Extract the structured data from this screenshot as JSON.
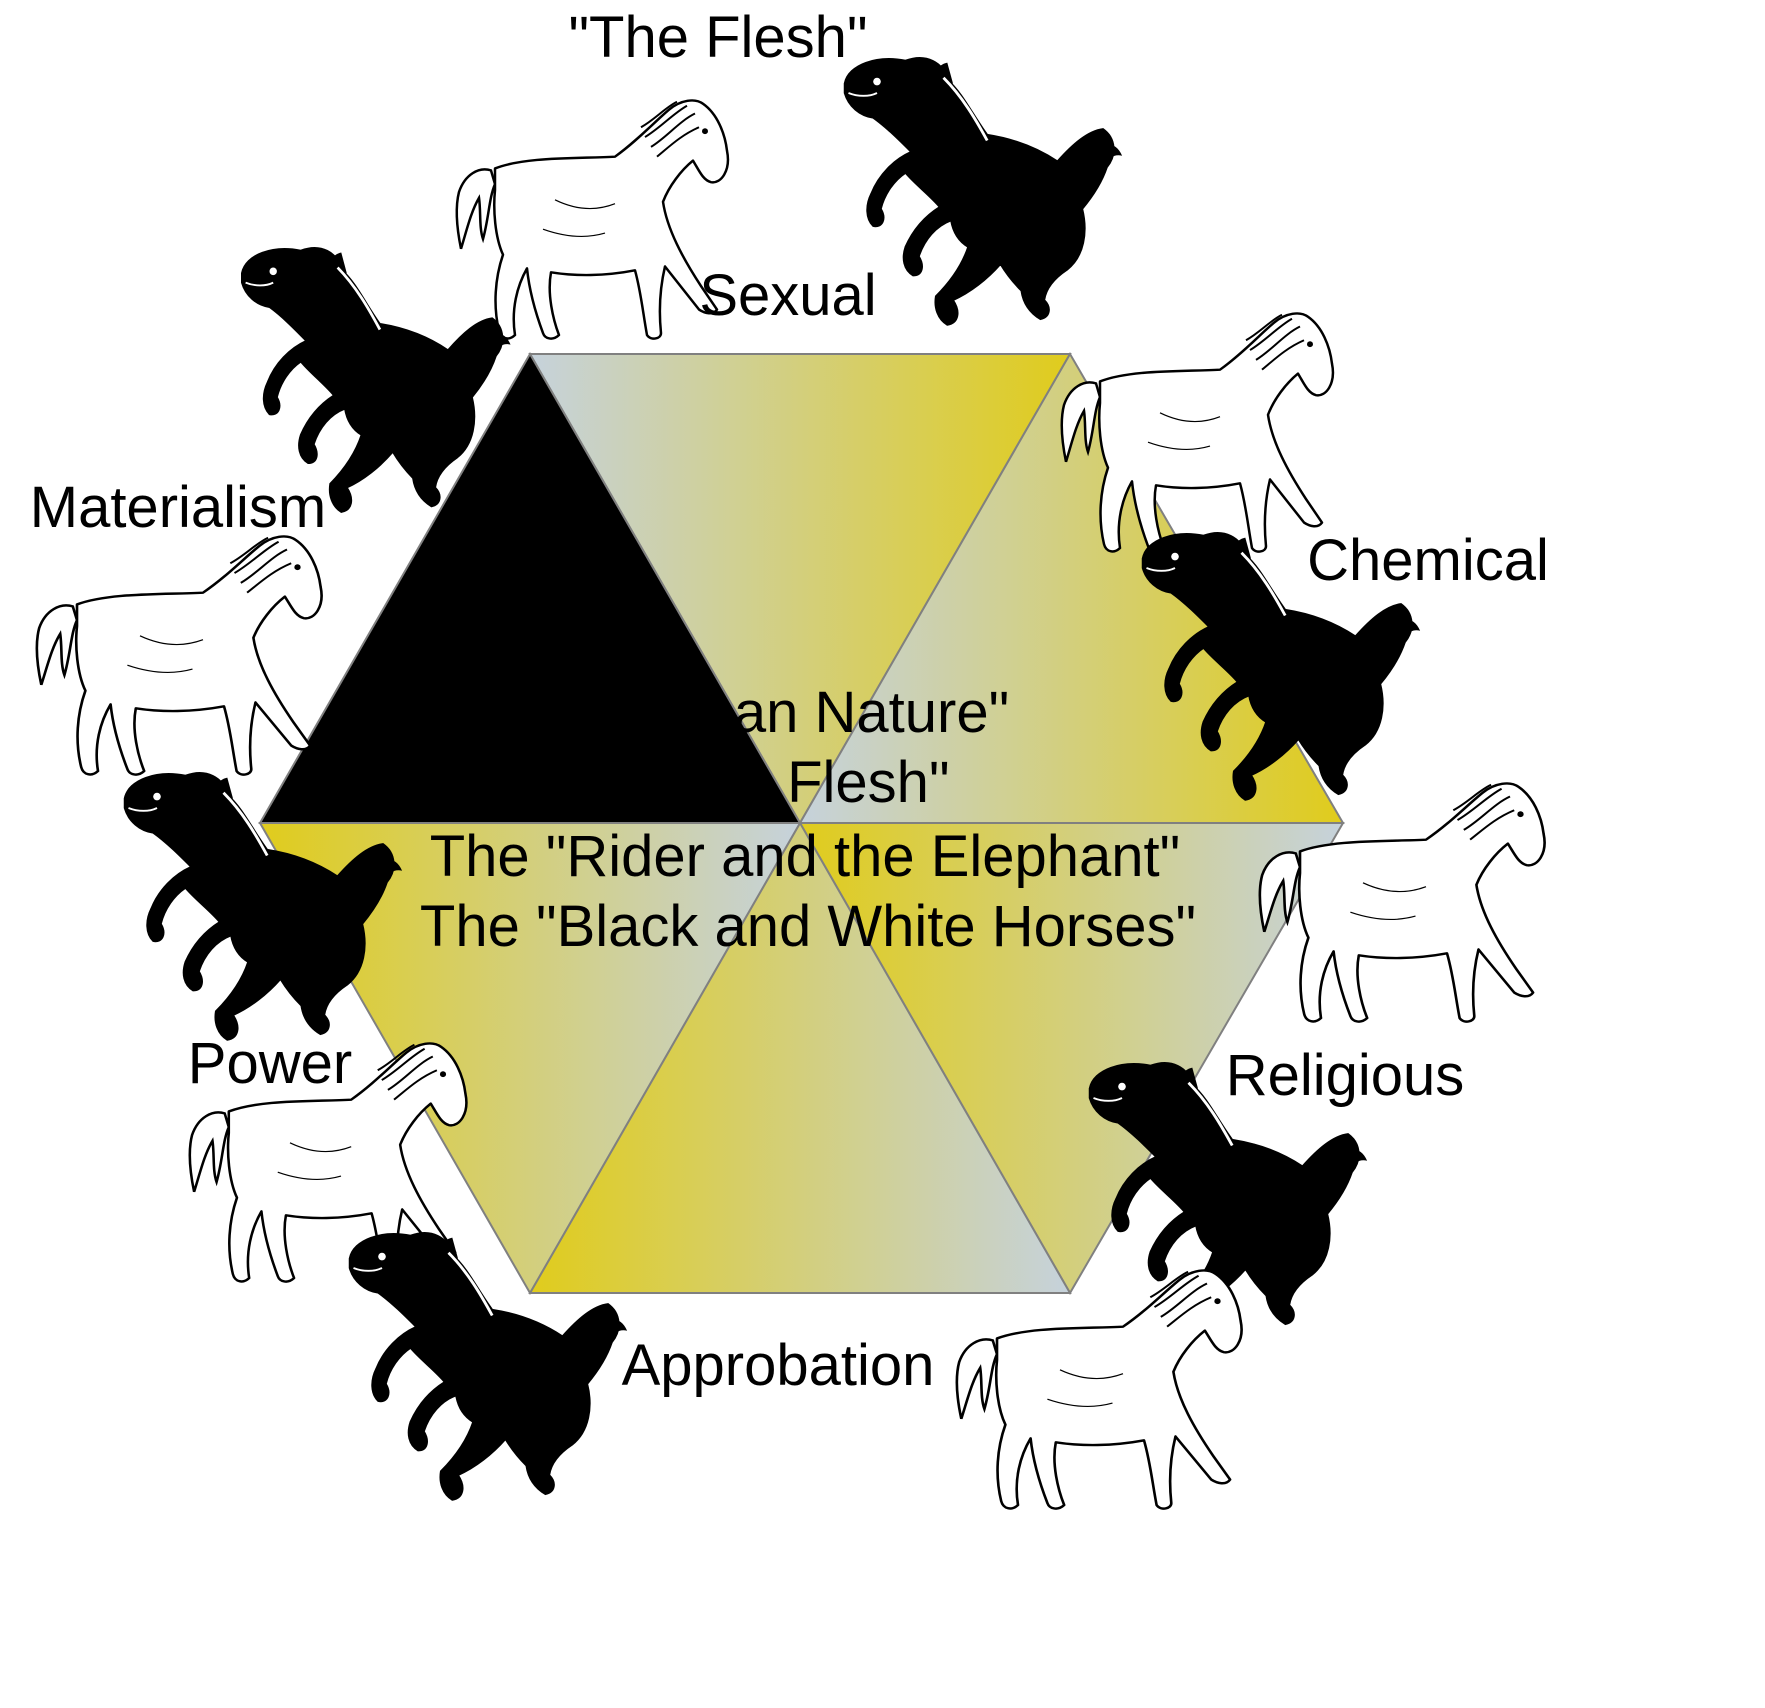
{
  "title": "\"The Flesh\"",
  "center_text": [
    "\"Human Nature\"",
    "\"The Flesh\"",
    "The \"Rider and the Elephant\"",
    "The \"Black and White Horses\""
  ],
  "categories": {
    "sexual": "Sexual",
    "chemical": "Chemical",
    "religious": "Religious",
    "approbation": "Approbation",
    "power": "Power",
    "materialism": "Materialism"
  },
  "colors": {
    "yellow": "#e0cc1c",
    "bluegray": "#c6d2dc",
    "black_segment": "#000000",
    "edge": "#808080",
    "white_horse": "#ffffff",
    "black_horse": "#000000"
  },
  "icons": {
    "white_horse": "white-horse-icon",
    "black_horse": "black-horse-icon"
  }
}
